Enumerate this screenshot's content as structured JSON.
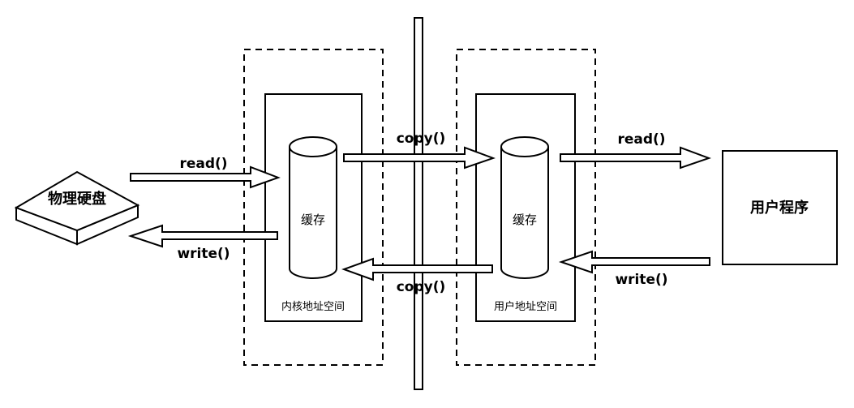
{
  "disk": {
    "label": "物理硬盘"
  },
  "kernel": {
    "space_label": "内核地址空间",
    "cache_label": "缓存"
  },
  "user": {
    "space_label": "用户地址空间",
    "cache_label": "缓存"
  },
  "program": {
    "label": "用户程序"
  },
  "arrows": {
    "disk_to_kernel": "read()",
    "kernel_to_disk": "write()",
    "kernel_to_user": "copy()",
    "user_to_kernel": "copy()",
    "user_to_program": "read()",
    "program_to_user": "write()"
  }
}
